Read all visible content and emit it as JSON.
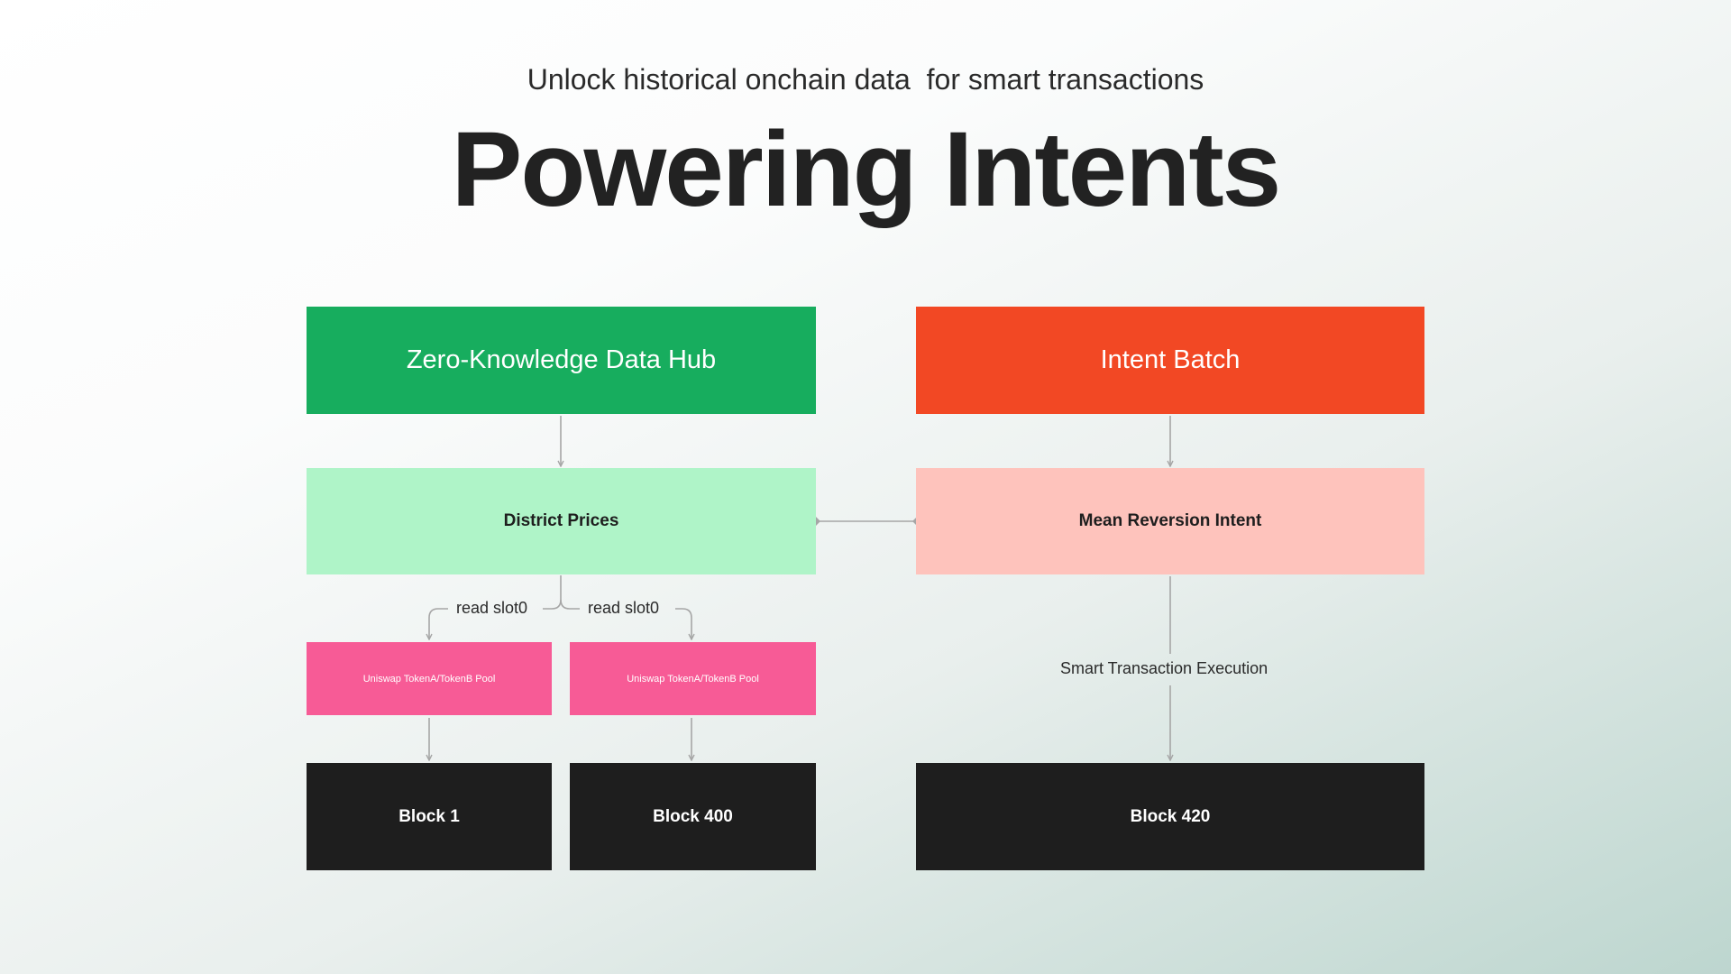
{
  "header": {
    "subtitle": "Unlock historical onchain data  for smart transactions",
    "title": "Powering Intents"
  },
  "colors": {
    "zk_hub": "#17ad5e",
    "intent_batch": "#f24824",
    "district_prices": "#aff4c8",
    "mean_reversion": "#fec3bc",
    "pool": "#f75b96",
    "block": "#1e1e1e",
    "connector": "#a6a6a6"
  },
  "left": {
    "hub_label": "Zero-Knowledge Data Hub",
    "prices_label": "District Prices",
    "read_label_1": "read slot0",
    "read_label_2": "read slot0",
    "pool_1_label": "Uniswap TokenA/TokenB Pool",
    "pool_2_label": "Uniswap TokenA/TokenB Pool",
    "block_1_label": "Block 1",
    "block_2_label": "Block 400"
  },
  "right": {
    "batch_label": "Intent Batch",
    "intent_label": "Mean Reversion Intent",
    "execution_label": "Smart Transaction Execution",
    "block_label": "Block 420"
  }
}
